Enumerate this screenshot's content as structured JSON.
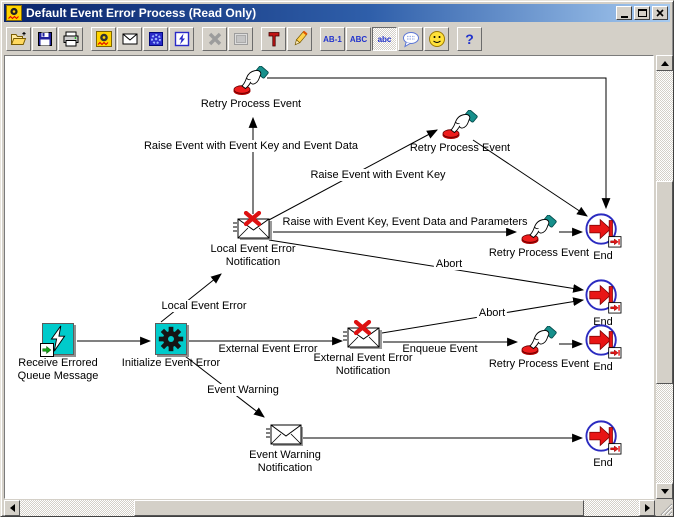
{
  "window": {
    "title": "Default Event Error Process (Read Only)"
  },
  "toolbar": {
    "ab1_label": "AB-1",
    "abc_caps_label": "ABC",
    "abc_label": "abc",
    "help_label": "?"
  },
  "diagram": {
    "nodes": [
      {
        "id": "retry-process-event-1",
        "type": "hand-button",
        "label": "Retry Process Event"
      },
      {
        "id": "retry-process-event-2",
        "type": "hand-button",
        "label": "Retry Process Event"
      },
      {
        "id": "local-event-error-notification",
        "type": "error-notification",
        "label": "Local Event Error",
        "label2": "Notification"
      },
      {
        "id": "retry-process-event-3",
        "type": "hand-button",
        "label": "Retry Process Event"
      },
      {
        "id": "end-1",
        "type": "end",
        "label": "End"
      },
      {
        "id": "end-2",
        "type": "end",
        "label": "End"
      },
      {
        "id": "receive-errored-queue-message",
        "type": "receive",
        "label": "Receive Errored",
        "label2": "Queue Message"
      },
      {
        "id": "initialize-event-error",
        "type": "function-gear",
        "label": "Initialize Event Error"
      },
      {
        "id": "external-event-error-notification",
        "type": "error-notification",
        "label": "External Event Error",
        "label2": "Notification"
      },
      {
        "id": "retry-process-event-4",
        "type": "hand-button",
        "label": "Retry Process Event"
      },
      {
        "id": "end-3",
        "type": "end",
        "label": "End"
      },
      {
        "id": "event-warning-notification",
        "type": "notification",
        "label": "Event Warning",
        "label2": "Notification"
      },
      {
        "id": "end-4",
        "type": "end",
        "label": "End"
      }
    ],
    "edge_labels": {
      "raise_key_data": "Raise Event with Event Key and Event Data",
      "raise_key": "Raise Event with Event Key",
      "raise_key_data_params": "Raise with Event Key, Event Data and Parameters",
      "abort_local": "Abort",
      "abort_external": "Abort",
      "local_event_error": "Local Event Error",
      "external_event_error": "External Event Error",
      "enqueue_event": "Enqueue Event",
      "event_warning": "Event Warning"
    }
  },
  "colors": {
    "titlebar_left": "#0A246A",
    "titlebar_right": "#A6CAF0",
    "chrome": "#D4D0C8",
    "canvas": "#FFFFFF",
    "node_cyan": "#00CBCB",
    "arrow_red": "#E81515",
    "end_circle_blue": "#2B2BC0",
    "toolbar_icon_blue": "#2A2AC8"
  }
}
